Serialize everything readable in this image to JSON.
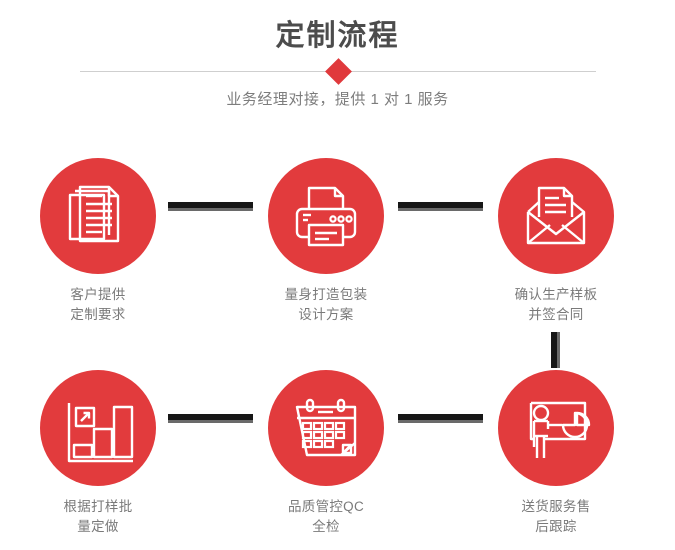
{
  "header": {
    "title": "定制流程",
    "subtitle": "业务经理对接，提供 1 对 1 服务",
    "title_color": "#4c4c4c",
    "subtitle_color": "#7d7d7d",
    "divider_color": "#cfcfcf",
    "diamond_color": "#e0393c"
  },
  "theme": {
    "accent_red": "#e23b3d",
    "connector_dark": "#161616",
    "connector_gray": "#6a6a6a",
    "icon_stroke": "#ffffff",
    "caption_color": "#7a7a7a",
    "background": "#ffffff"
  },
  "steps": [
    {
      "index": 1,
      "icon": "documents-icon",
      "line1": "客户提供",
      "line2": "定制要求"
    },
    {
      "index": 2,
      "icon": "printer-icon",
      "line1": "量身打造包装",
      "line2": "设计方案"
    },
    {
      "index": 3,
      "icon": "envelope-letter-icon",
      "line1": "确认生产样板",
      "line2": "并签合同"
    },
    {
      "index": 4,
      "icon": "bar-chart-growth-icon",
      "line1": "根据打样批",
      "line2": "量定做"
    },
    {
      "index": 5,
      "icon": "calendar-icon",
      "line1": "品质管控QC",
      "line2": "全检"
    },
    {
      "index": 6,
      "icon": "presentation-pie-chart-icon",
      "line1": "送货服务售",
      "line2": "后跟踪"
    }
  ],
  "connectors": [
    {
      "name": "connector-step1-step2",
      "orientation": "horizontal"
    },
    {
      "name": "connector-step2-step3",
      "orientation": "horizontal"
    },
    {
      "name": "connector-step3-step6",
      "orientation": "vertical"
    },
    {
      "name": "connector-step4-step5",
      "orientation": "horizontal"
    },
    {
      "name": "connector-step5-step6",
      "orientation": "horizontal"
    }
  ]
}
